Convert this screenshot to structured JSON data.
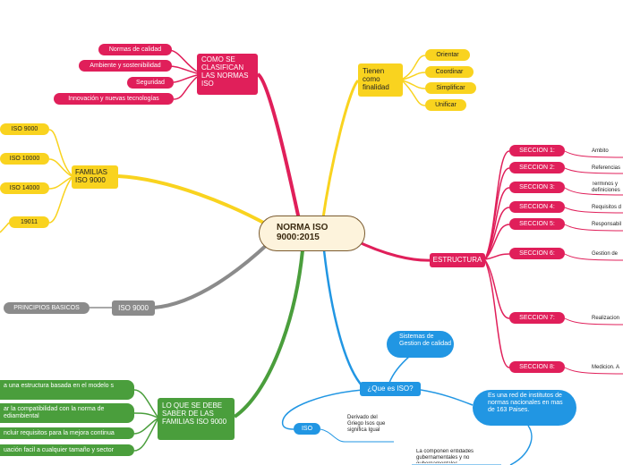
{
  "central": "NORMA ISO 9000:2015",
  "clasifican": {
    "title": "COMO SE CLASIFICAN LAS NORMAS ISO",
    "items": [
      "Normas de calidad",
      "Ambiente y sostenibilidad",
      "Seguridad",
      "Innovación y nuevas tecnologías"
    ]
  },
  "familias": {
    "title": "FAMILIAS ISO 9000",
    "items": [
      "ISO 9000",
      "ISO 10000",
      "ISO 14000",
      "19011"
    ]
  },
  "iso9000": {
    "title": "ISO 9000",
    "items": [
      "PRINCIPIOS BASICOS"
    ]
  },
  "debe_saber": {
    "title": "LO QUE SE DEBE SABER DE LAS FAMILIAS ISO 9000",
    "items": [
      "a una estructura basada en el modelo s",
      "ar la compatibilidad con la norma de ediambiental",
      "ncluir requisitos para la mejora continua",
      "uación facil a cualquier tamaño y sector"
    ]
  },
  "finalidad": {
    "title": "Tienen como finalidad",
    "items": [
      "Orientar",
      "Coordinar",
      "Simplificar",
      "Unificar"
    ]
  },
  "estructura": {
    "title": "ESTRUCTURA",
    "sections": [
      {
        "label": "SECCION 1:",
        "text": "Ambito"
      },
      {
        "label": "SECCION 2:",
        "text": "Referencias"
      },
      {
        "label": "SECCION 3:",
        "text": "Terminos y definiciones"
      },
      {
        "label": "SECCION 4:",
        "text": "Requisitos d"
      },
      {
        "label": "SECCION 5:",
        "text": "Responsabil"
      },
      {
        "label": "SECCION 6:",
        "text": "Gestion de"
      },
      {
        "label": "SECCION 7:",
        "text": "Realizacion"
      },
      {
        "label": "SECCION 8:",
        "text": "Medicion. A"
      }
    ]
  },
  "que_es": {
    "title": "¿Que es ISO?",
    "sistemas": "Sistemas de Gestion de calidad",
    "red": "Es una red de institutos de normas nacionales en mas de 163 Paises.",
    "iso_label": "ISO",
    "derivado": "Derivado del Griego Isos que significa Igual",
    "componen": "La componen entidades gubernamentales y no gubernamentales"
  },
  "colors": {
    "red": "#e01f5a",
    "yellow": "#f9d31f",
    "gray": "#8b8b8b",
    "green": "#4a9e3c",
    "blue": "#2196e3",
    "central_bg": "#fdf3dc",
    "central_border": "#7a5a2e"
  }
}
